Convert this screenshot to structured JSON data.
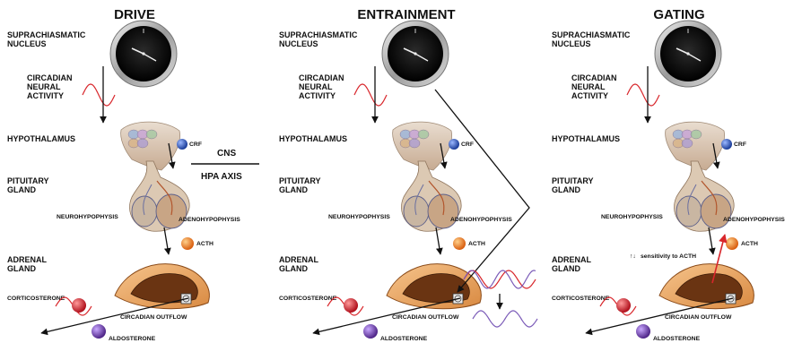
{
  "panels": [
    {
      "title": "DRIVE",
      "scn": "SUPRACHIASMATIC NUCLEUS",
      "neural": "CIRCADIAN NEURAL ACTIVITY",
      "hypothalamus": "HYPOTHALAMUS",
      "crf": "CRF",
      "pituitary": "PITUITARY GLAND",
      "neurohypophysis": "NEUROHYPOPHYSIS",
      "adenohypophysis": "ADENOHYPOPHYSIS",
      "acth": "ACTH",
      "adrenal": "ADRENAL GLAND",
      "corticosterone": "CORTICOSTERONE",
      "outflow": "CIRCADIAN OUTFLOW",
      "aldosterone": "ALDOSTERONE"
    },
    {
      "title": "ENTRAINMENT",
      "scn": "SUPRACHIASMATIC NUCLEUS",
      "neural": "CIRCADIAN NEURAL ACTIVITY",
      "hypothalamus": "HYPOTHALAMUS",
      "crf": "CRF",
      "pituitary": "PITUITARY GLAND",
      "neurohypophysis": "NEUROHYPOPHYSIS",
      "adenohypophysis": "ADENOHYPOPHYSIS",
      "acth": "ACTH",
      "adrenal": "ADRENAL GLAND",
      "corticosterone": "CORTICOSTERONE",
      "outflow": "CIRCADIAN OUTFLOW",
      "aldosterone": "ALDOSTERONE"
    },
    {
      "title": "GATING",
      "scn": "SUPRACHIASMATIC NUCLEUS",
      "neural": "CIRCADIAN NEURAL ACTIVITY",
      "hypothalamus": "HYPOTHALAMUS",
      "crf": "CRF",
      "pituitary": "PITUITARY GLAND",
      "neurohypophysis": "NEUROHYPOPHYSIS",
      "adenohypophysis": "ADENOHYPOPHYSIS",
      "acth": "ACTH",
      "adrenal": "ADRENAL GLAND",
      "corticosterone": "CORTICOSTERONE",
      "outflow": "CIRCADIAN OUTFLOW",
      "aldosterone": "ALDOSTERONE",
      "sensitivity": "sensitivity to ACTH"
    }
  ],
  "axis": {
    "cns": "CNS",
    "hpa": "HPA AXIS"
  },
  "colors": {
    "crf_ball": "#2a4fa8",
    "acth_ball": "#e8721c",
    "corticosterone_ball": "#c81e2a",
    "aldosterone_ball": "#6a3a9e",
    "rhythm_red": "#d8262b",
    "rhythm_purple": "#7b5bb8",
    "gland_orange": "#e39a55",
    "gland_brown": "#6a3412"
  }
}
